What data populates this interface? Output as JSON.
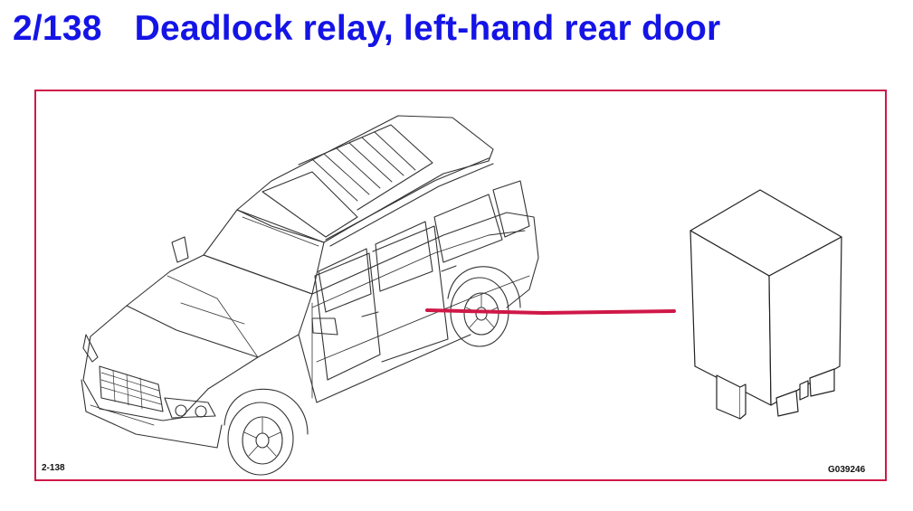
{
  "title": {
    "number": "2/138",
    "text": "Deadlock relay, left-hand rear door"
  },
  "figure": {
    "ref_code": "2-138",
    "image_code": "G039246",
    "colors": {
      "title": "#1414e6",
      "frame": "#cf1848",
      "pointer": "#cf1848",
      "line_art": "#333333"
    },
    "icons": [
      "car-illustration",
      "relay-icon"
    ]
  }
}
